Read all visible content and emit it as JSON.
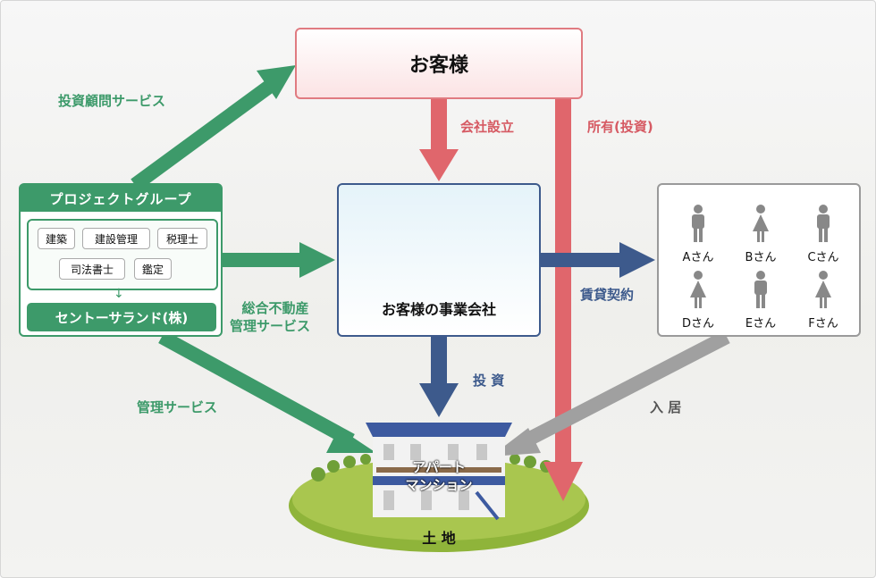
{
  "nodes": {
    "client": "お客様",
    "company": "お客様の事業会社",
    "project_group": {
      "title": "プロジェクトグループ",
      "members": [
        "建築",
        "建設管理",
        "税理士",
        "司法書士",
        "鑑定"
      ],
      "lead": "セントーサランド(株)"
    },
    "tenants": [
      "Aさん",
      "Bさん",
      "Cさん",
      "Dさん",
      "Eさん",
      "Fさん"
    ],
    "building": [
      "アパート",
      "マンション"
    ],
    "land": "土 地"
  },
  "edges": {
    "investment_advisory": "投資顧問サービス",
    "company_setup": "会社設立",
    "ownership": "所有(投資)",
    "comprehensive_mgmt": [
      "総合不動産",
      "管理サービス"
    ],
    "lease": "賃貸契約",
    "investment": "投 資",
    "management": "管理サービス",
    "move_in": "入 居"
  },
  "colors": {
    "green": "#3d9a6a",
    "red": "#e0666c",
    "blue": "#3d5a8c",
    "gray": "#a0a0a0"
  }
}
